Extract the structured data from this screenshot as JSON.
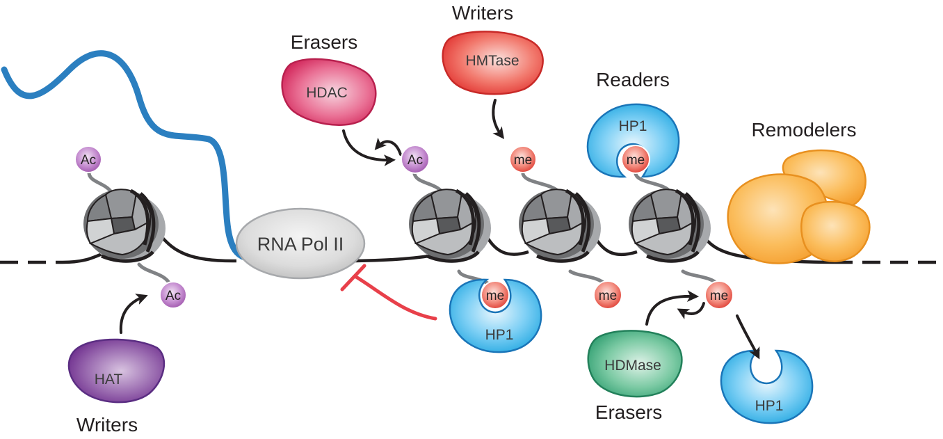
{
  "labels": {
    "writers_top": "Writers",
    "erasers_top": "Erasers",
    "readers": "Readers",
    "remodelers": "Remodelers",
    "writers_bottom": "Writers",
    "erasers_bottom": "Erasers"
  },
  "enzymes": {
    "hdac": "HDAC",
    "hmtase": "HMTase",
    "hat": "HAT",
    "hdmase": "HDMase",
    "hp1_reader": "HP1",
    "hp1_bound_below": "HP1",
    "hp1_free": "HP1",
    "rna_pol": "RNA Pol II"
  },
  "marks": {
    "ac_top_left": "Ac",
    "ac_bottom_left": "Ac",
    "ac_erased": "Ac",
    "me_new": "me",
    "me_reader": "me",
    "me_hp1_below": "me",
    "me_plain": "me",
    "me_erased": "me"
  },
  "colors": {
    "hat": "#7b3f98",
    "hdac": "#d92f63",
    "hmtase": "#e8403f",
    "hdmase": "#3ea97e",
    "hp1": "#27a9e1",
    "remodeler": "#f7a23a",
    "acetyl": "#a35bb0",
    "methyl": "#e0443a",
    "rna_strand": "#2b7fc0",
    "inhibition": "#e8404a",
    "nucleosome": "#6d6e70",
    "dna": "#231f20"
  }
}
